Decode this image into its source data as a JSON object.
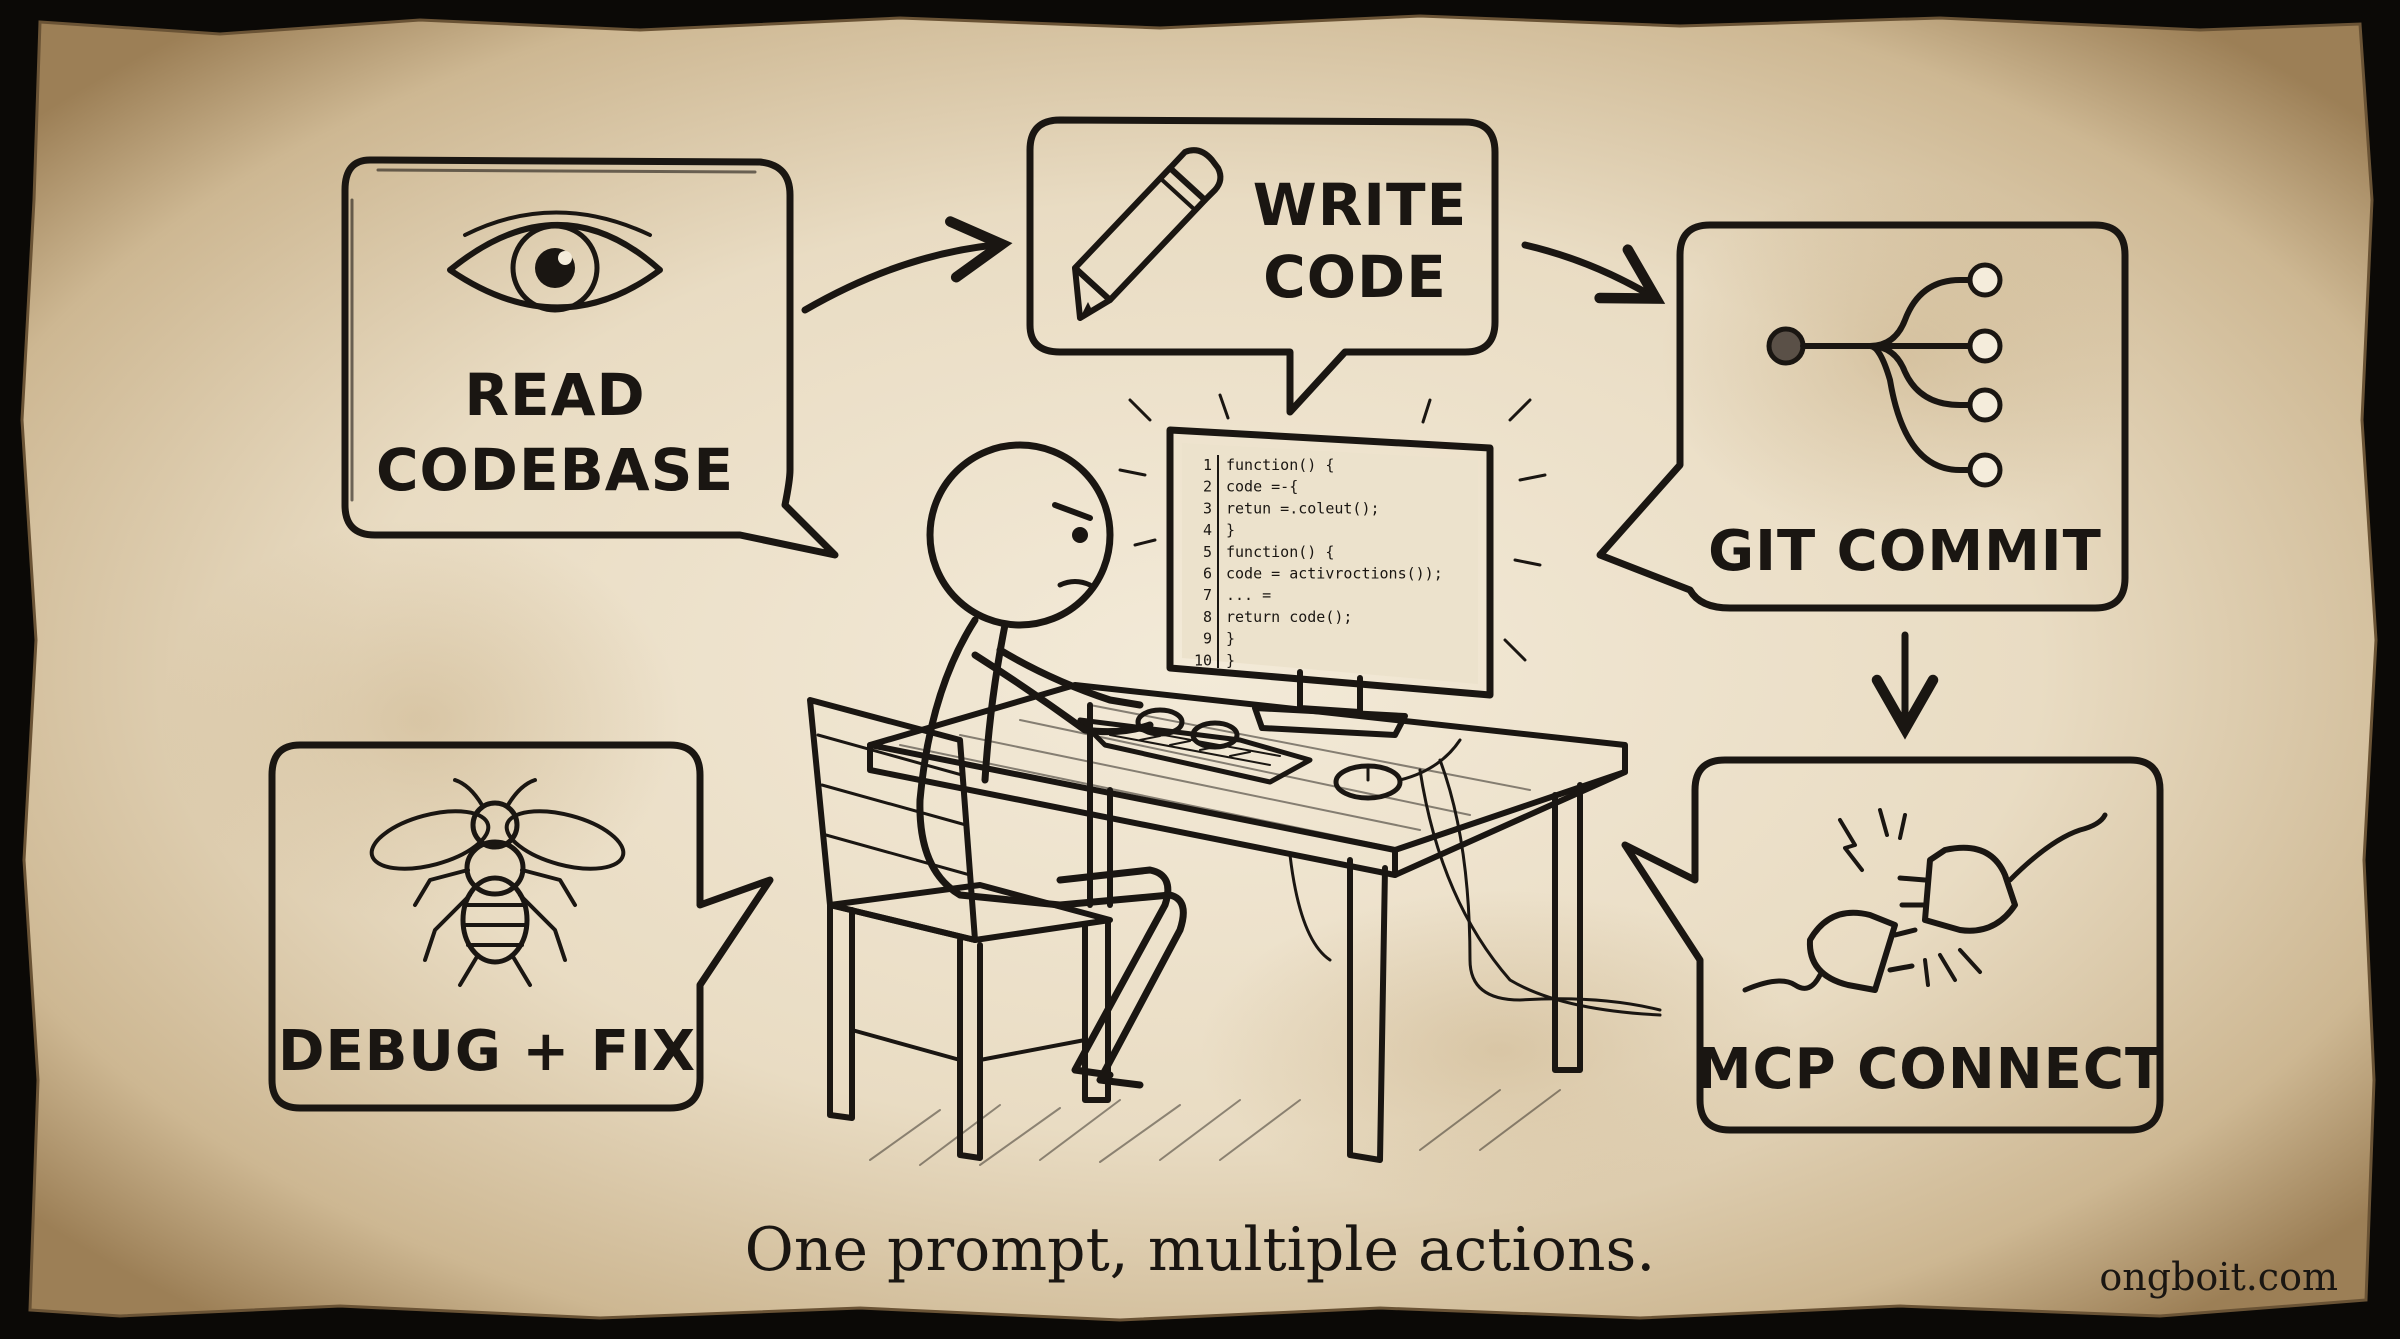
{
  "nodes": {
    "read": {
      "line1": "READ",
      "line2": "CODEBASE",
      "icon": "eye-icon"
    },
    "write": {
      "line1": "WRITE",
      "line2": "CODE",
      "icon": "pencil-icon"
    },
    "git": {
      "label": "GIT COMMIT",
      "icon": "git-branch-icon"
    },
    "mcp": {
      "label": "MCP CONNECT",
      "icon": "plug-icon"
    },
    "debug": {
      "label": "DEBUG + FIX",
      "icon": "bug-icon"
    }
  },
  "monitor": {
    "code_lines": [
      {
        "num": "1",
        "text": "function() {"
      },
      {
        "num": "2",
        "text": "  code =-{"
      },
      {
        "num": "3",
        "text": "    retun =.coleut();"
      },
      {
        "num": "4",
        "text": "  }"
      },
      {
        "num": "5",
        "text": "  function() {"
      },
      {
        "num": "6",
        "text": "    code = activroctions());"
      },
      {
        "num": "7",
        "text": "    ... ="
      },
      {
        "num": "8",
        "text": "    return code();"
      },
      {
        "num": "9",
        "text": "  }"
      },
      {
        "num": "10",
        "text": "}"
      }
    ]
  },
  "caption": "One prompt, multiple actions.",
  "watermark": "ongboit.com",
  "colors": {
    "paper": "#e9dcc3",
    "ink": "#1a1612",
    "vignette": "#8a6f4a"
  }
}
